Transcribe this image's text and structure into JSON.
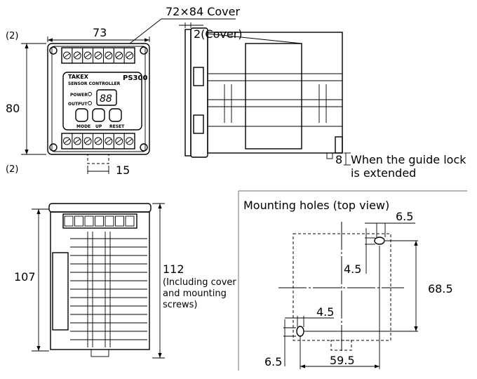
{
  "front_view": {
    "cover_label": "72×84 Cover",
    "width": "73",
    "offset_top": "(2)",
    "offset_bottom": "(2)",
    "height": "80",
    "tab_width": "15",
    "panel": {
      "brand": "TAKEX",
      "subtitle": "SENSOR CONTROLLER",
      "model": "PS300",
      "power_label": "POWER",
      "output_label": "OUTPUT",
      "display": "88",
      "buttons": [
        "MODE",
        "UP",
        "RESET"
      ]
    }
  },
  "side_view": {
    "cover_thickness": "2(Cover)",
    "guide_lock": "8",
    "guide_lock_note_1": "When the guide lock",
    "guide_lock_note_2": "is extended"
  },
  "bottom_view": {
    "height": "107",
    "total_height": "112",
    "note_1": "(Including cover",
    "note_2": "and mounting",
    "note_3": "screws)"
  },
  "mounting": {
    "title": "Mounting holes (top view)",
    "dim_top_slot": "6.5",
    "dim_top_offset": "4.5",
    "dim_vertical": "68.5",
    "dim_bottom_offset": "4.5",
    "dim_bottom_slot": "6.5",
    "dim_horizontal": "59.5"
  }
}
